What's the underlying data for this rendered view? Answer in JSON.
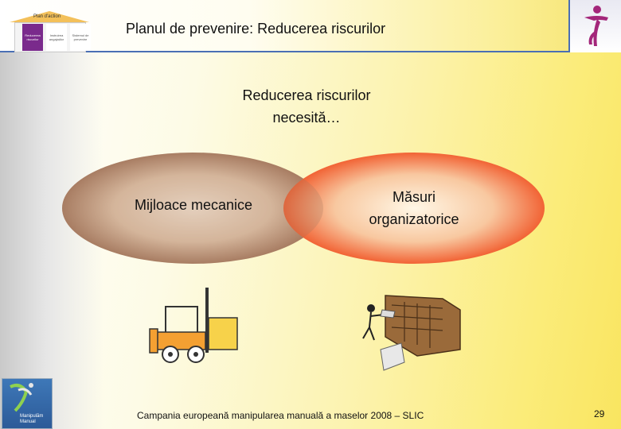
{
  "header": {
    "title": "Planul de prevenire: Reducerea riscurilor",
    "thumbnail_roof_label": "Plan d'action",
    "thumbnail_rooms": [
      "Reducerea riscurilor",
      "Instruirea angajaților",
      "Sistemul de prevenire"
    ]
  },
  "main": {
    "subtitle_line1": "Reducerea riscurilor",
    "subtitle_line2": "necesită…",
    "left_label": "Mijloace mecanice",
    "right_label_line1": "Măsuri",
    "right_label_line2": "organizatorice"
  },
  "footer": {
    "text": "Campania europeană manipularea manuală a maselor 2008 – SLIC",
    "page_number": "29",
    "logo_text_line1": "Manipulăm",
    "logo_text_line2": "Manual"
  },
  "colors": {
    "accent_line": "#4a6fb4",
    "left_ellipse": "#a0745a",
    "right_ellipse": "#f04a1a",
    "logo_figure": "#a3267a"
  },
  "icons": [
    "forklift-icon",
    "archive-shelf-worker-icon",
    "figure-logo-icon"
  ]
}
